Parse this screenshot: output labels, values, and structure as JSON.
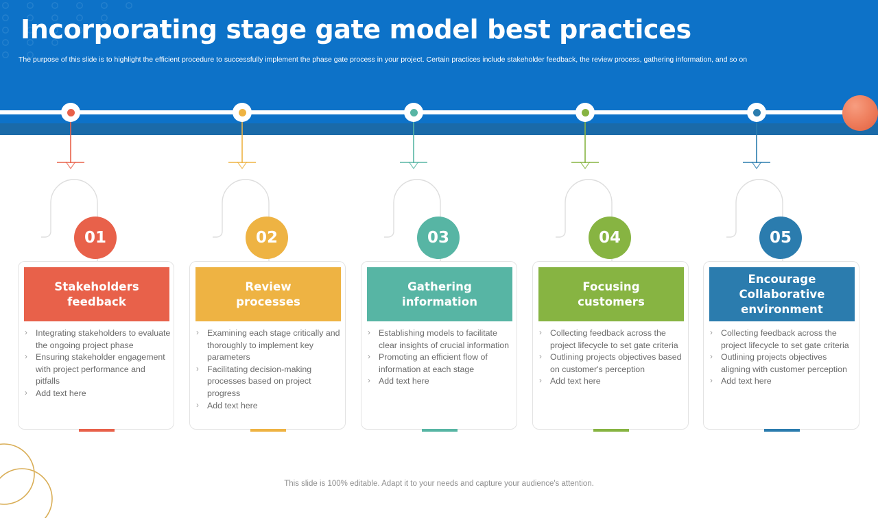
{
  "header": {
    "title": "Incorporating stage gate model best practices",
    "subtitle": "The purpose of this slide is to highlight the efficient procedure to successfully implement the phase gate process in your project. Certain practices include stakeholder feedback, the review process, gathering information, and so on",
    "background_color": "#0d72c8",
    "strip_color": "#1a6aa8"
  },
  "timeline": {
    "line_color": "#ffffff",
    "sphere_color": "#ef7f5e"
  },
  "steps": [
    {
      "number": "01",
      "title": "Stakeholders\nfeedback",
      "color": "#e8614a",
      "bullets": [
        "Integrating stakeholders to evaluate the ongoing project phase",
        "Ensuring stakeholder engagement with project performance and pitfalls",
        "Add text here"
      ]
    },
    {
      "number": "02",
      "title": "Review\nprocesses",
      "color": "#eeb343",
      "bullets": [
        "Examining each stage critically and thoroughly to implement key parameters",
        "Facilitating decision-making processes based on project progress",
        "Add text here"
      ]
    },
    {
      "number": "03",
      "title": "Gathering\ninformation",
      "color": "#57b5a4",
      "bullets": [
        "Establishing models to facilitate clear insights of crucial information",
        "Promoting an efficient flow of information at each stage",
        "Add text here"
      ]
    },
    {
      "number": "04",
      "title": "Focusing\ncustomers",
      "color": "#87b442",
      "bullets": [
        "Collecting feedback across the project lifecycle to set gate criteria",
        "Outlining projects objectives based on customer's perception",
        "Add text here"
      ]
    },
    {
      "number": "05",
      "title": "Encourage\nCollaborative\nenvironment",
      "color": "#2b7cae",
      "bullets": [
        "Collecting feedback across the project lifecycle to set gate criteria",
        "Outlining projects objectives aligning with customer perception",
        "Add text here"
      ]
    }
  ],
  "bullet_marker": "›",
  "footer": {
    "note": "This slide is 100% editable. Adapt it to your needs and capture your audience's attention."
  }
}
